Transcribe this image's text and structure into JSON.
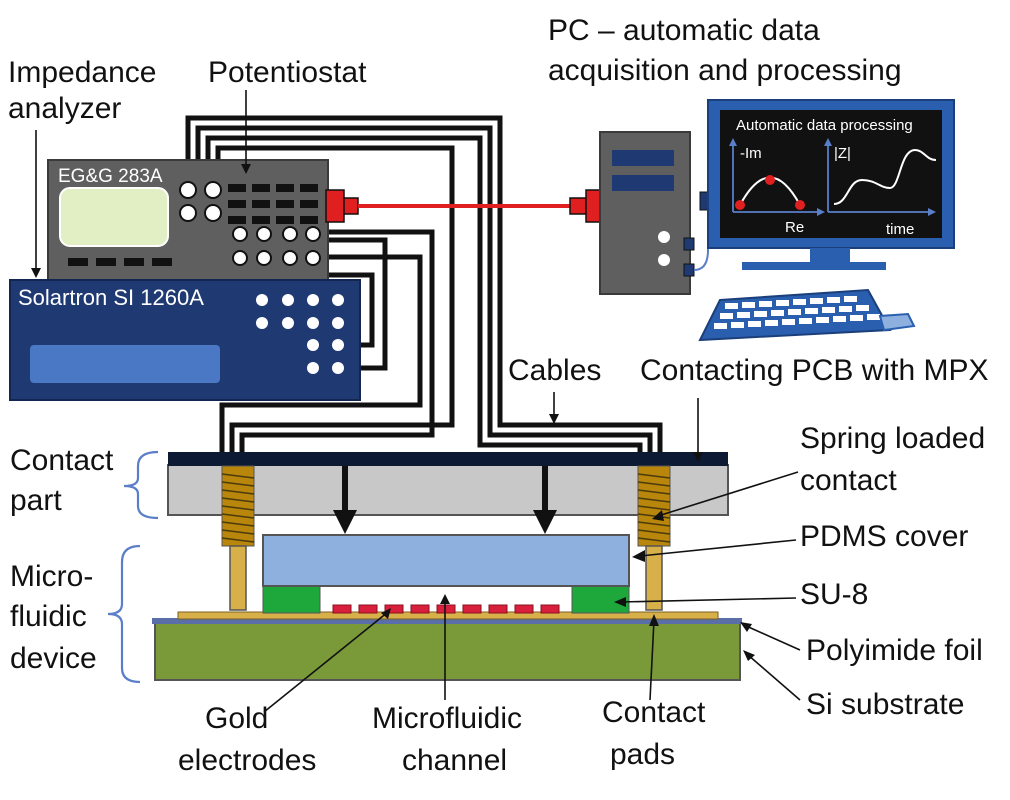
{
  "labels": {
    "impedance_analyzer_1": "Impedance",
    "impedance_analyzer_2": "analyzer",
    "potentiostat": "Potentiostat",
    "pc_1": "PC – automatic data",
    "pc_2": "acquisition and processing",
    "cables": "Cables",
    "contacting_pcb": "Contacting PCB with MPX",
    "spring_1": "Spring loaded",
    "spring_2": "contact",
    "pdms_cover": "PDMS cover",
    "su8": "SU-8",
    "polyimide": "Polyimide foil",
    "si_substrate": "Si substrate",
    "contact_part_1": "Contact",
    "contact_part_2": "part",
    "microfluidic_device_1": "Micro-",
    "microfluidic_device_2": "fluidic",
    "microfluidic_device_3": "device",
    "gold_1": "Gold",
    "gold_2": "electrodes",
    "channel_1": "Microfluidic",
    "channel_2": "channel",
    "pads_1": "Contact",
    "pads_2": "pads"
  },
  "devices": {
    "potentiostat_model": "EG&G 283A",
    "analyzer_model": "Solartron SI 1260A"
  },
  "screen": {
    "title": "Automatic data processing",
    "nyquist_y": "-Im",
    "nyquist_x": "Re",
    "bode_y": "|Z|",
    "bode_x": "time"
  },
  "colors": {
    "analyzer_blue": "#1f3a73",
    "potentiostat_gray": "#5f5f5f",
    "cable_red": "#e02020",
    "pdms_blue": "#8eb0df",
    "su8_green": "#1ea83c",
    "substrate_green": "#7a9a3a",
    "polyimide_gold": "#d8b04a",
    "electrode_red": "#d81f3c",
    "brace_blue": "#5a7ec8"
  }
}
